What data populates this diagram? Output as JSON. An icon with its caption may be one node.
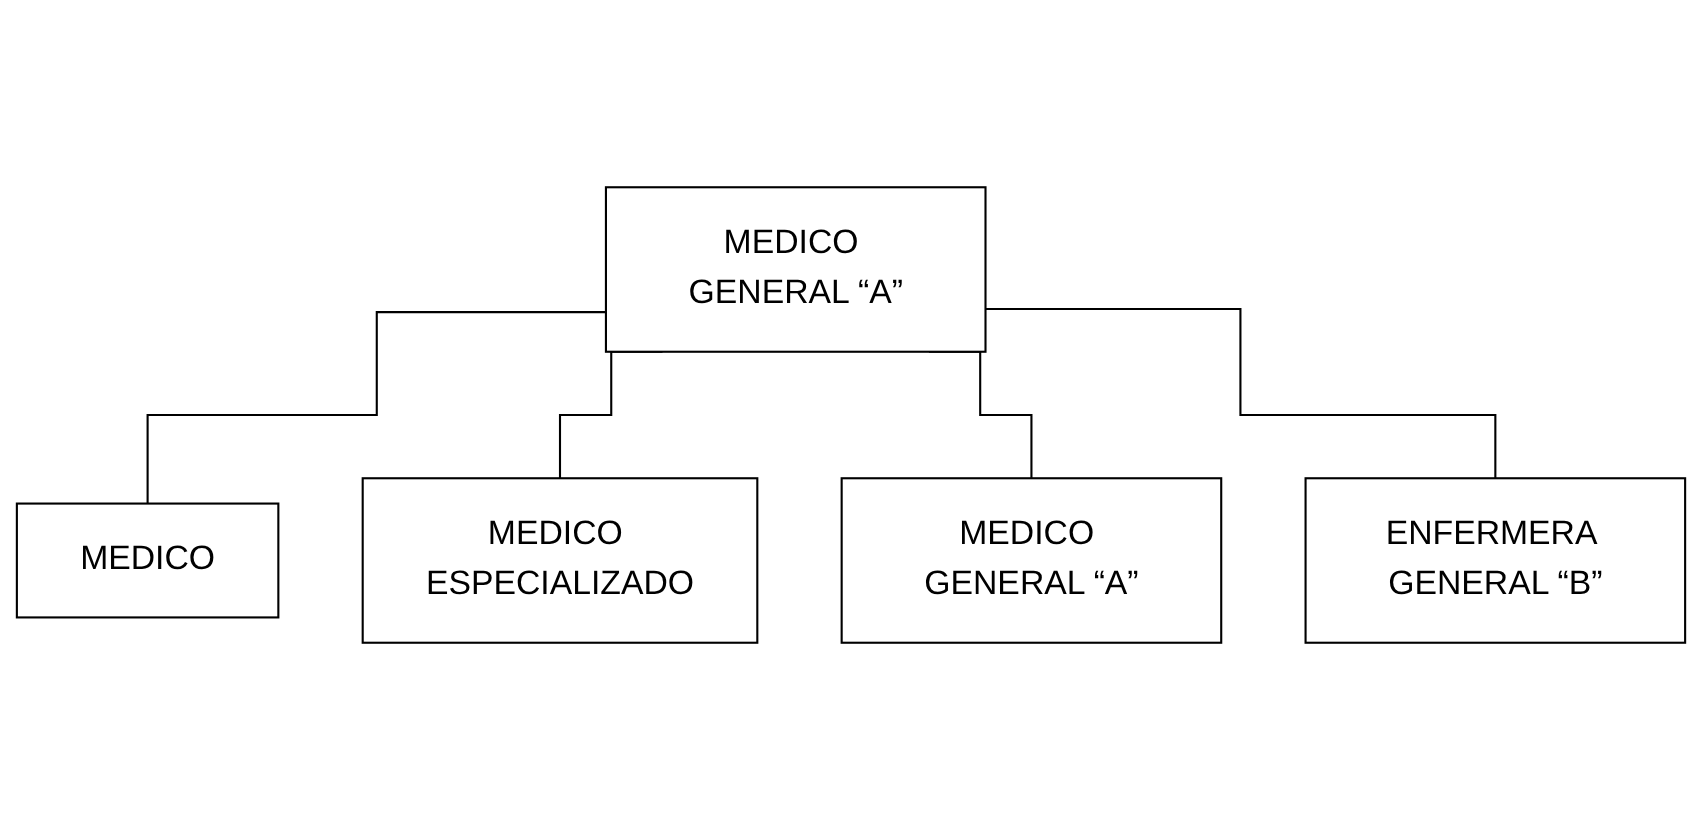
{
  "diagram": {
    "nodes": [
      {
        "text": [
          "MEDICO GENERAL “A”"
        ]
      },
      {
        "text": [
          "MEDICO"
        ]
      },
      {
        "text": [
          "MEDICO ESPECIALIZADO"
        ]
      },
      {
        "text": [
          "MEDICO GENERAL “A”"
        ]
      },
      {
        "text": [
          "ENFERMERA GENERAL “B”"
        ]
      }
    ],
    "edges": [
      {
        "from": 0,
        "to": 1,
        "arrow": "none"
      },
      {
        "from": 0,
        "to": 2,
        "arrow": "none"
      },
      {
        "from": 0,
        "to": 3,
        "arrow": "none"
      },
      {
        "from": 0,
        "to": 4,
        "arrow": "none"
      }
    ]
  }
}
